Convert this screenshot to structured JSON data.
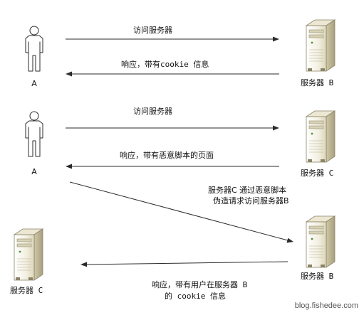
{
  "colors": {
    "line": "#2b2b2b",
    "server_light": "#f3f0e2",
    "server_mid": "#d9d3b7",
    "server_dark": "#a79f7e"
  },
  "icons": {
    "user": "person-outline-icon",
    "server": "tower-server-icon",
    "arrow": "arrowhead-icon"
  },
  "scene1": {
    "user_label": "A",
    "server_label": "服务器 B",
    "request_label": "访问服务器",
    "response_label": "响应，带有cookie 信息"
  },
  "scene2": {
    "user_label": "A",
    "server_label": "服务器 C",
    "request_label": "访问服务器",
    "response_label": "响应，带有恶意脚本的页面"
  },
  "scene3": {
    "forge_label_line1": "服务器C 通过恶意脚本",
    "forge_label_line2": "伪造请求访问服务器B",
    "server_b_label": "服务器 B",
    "server_c_label": "服务器 C",
    "response_line1": "响应，带有用户在服务器 B",
    "response_line2": "的 cookie 信息"
  },
  "watermark": "blog.fishedee.com"
}
